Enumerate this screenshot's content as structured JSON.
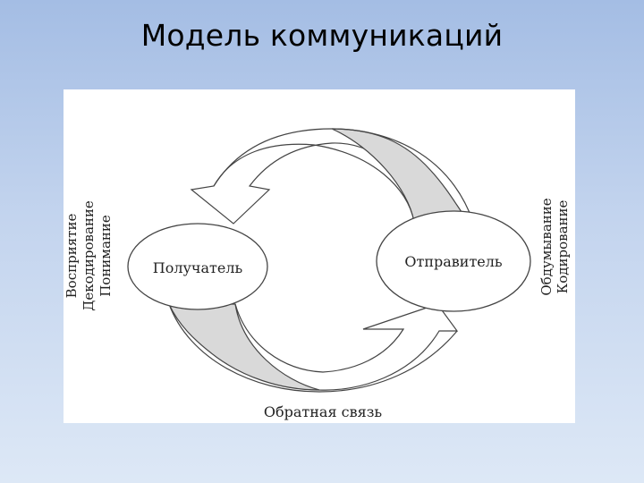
{
  "slide": {
    "title": "Модель коммуникаций"
  },
  "diagram": {
    "nodes": {
      "receiver": "Получатель",
      "sender": "Отправитель"
    },
    "feedback_label": "Обратная связь",
    "receiver_side_labels": [
      "Восприятие",
      "Декодирование",
      "Понимание"
    ],
    "sender_side_labels": [
      "Обдумывание",
      "Кодирование"
    ]
  },
  "colors": {
    "arrow_band": "#d9d9d9",
    "stroke": "#444444",
    "panel": "#ffffff"
  }
}
